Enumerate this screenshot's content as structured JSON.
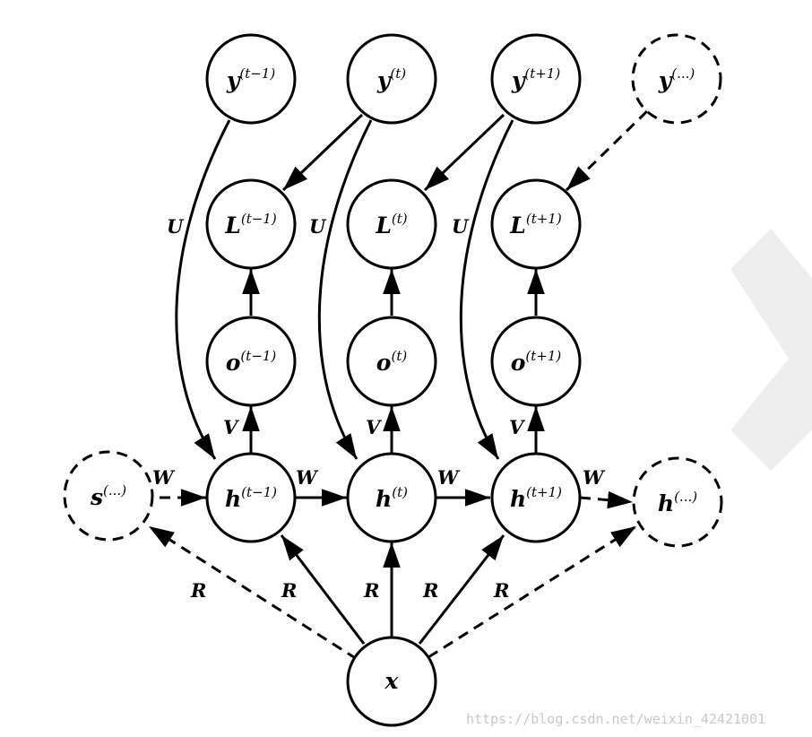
{
  "diagram": {
    "nodes": {
      "y_prev": {
        "base": "y",
        "sup": "(t−1)",
        "dashed": false
      },
      "y_cur": {
        "base": "y",
        "sup": "(t)",
        "dashed": false
      },
      "y_next": {
        "base": "y",
        "sup": "(t+1)",
        "dashed": false
      },
      "y_more": {
        "base": "y",
        "sup": "(...)",
        "dashed": true
      },
      "L_prev": {
        "base": "L",
        "sup": "(t−1)",
        "dashed": false
      },
      "L_cur": {
        "base": "L",
        "sup": "(t)",
        "dashed": false
      },
      "L_next": {
        "base": "L",
        "sup": "(t+1)",
        "dashed": false
      },
      "o_prev": {
        "base": "o",
        "sup": "(t−1)",
        "dashed": false
      },
      "o_cur": {
        "base": "o",
        "sup": "(t)",
        "dashed": false
      },
      "o_next": {
        "base": "o",
        "sup": "(t+1)",
        "dashed": false
      },
      "s_more": {
        "base": "s",
        "sup": "(...)",
        "dashed": true
      },
      "h_prev": {
        "base": "h",
        "sup": "(t−1)",
        "dashed": false
      },
      "h_cur": {
        "base": "h",
        "sup": "(t)",
        "dashed": false
      },
      "h_next": {
        "base": "h",
        "sup": "(t+1)",
        "dashed": false
      },
      "h_more": {
        "base": "h",
        "sup": "(...)",
        "dashed": true
      },
      "x": {
        "base": "x",
        "sup": "",
        "dashed": false
      }
    },
    "edge_labels": {
      "U": "U",
      "V": "V",
      "W": "W",
      "R": "R"
    }
  },
  "watermark": "https://blog.csdn.net/weixin_42421001"
}
